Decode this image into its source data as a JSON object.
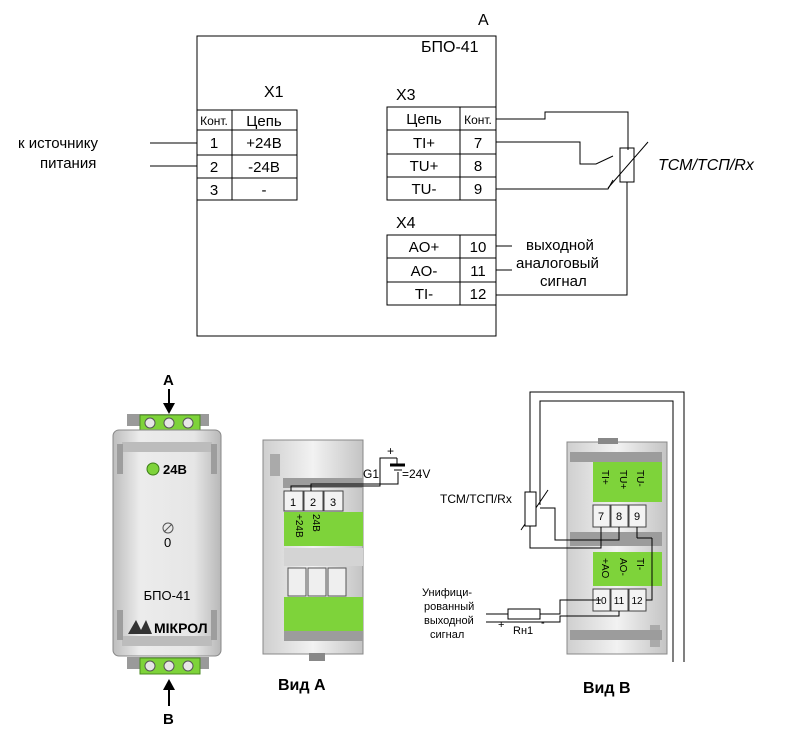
{
  "schematic": {
    "device_letter": "A",
    "device_name": "БПО-41",
    "x1": {
      "title": "X1",
      "head_contact": "Конт.",
      "head_circuit": "Цепь",
      "rows": [
        {
          "contact": "1",
          "circuit": "+24В"
        },
        {
          "contact": "2",
          "circuit": "-24В"
        },
        {
          "contact": "3",
          "circuit": "-"
        }
      ]
    },
    "x3": {
      "title": "X3",
      "head_circuit": "Цепь",
      "head_contact": "Конт.",
      "rows": [
        {
          "circuit": "TI+",
          "contact": "7"
        },
        {
          "circuit": "TU+",
          "contact": "8"
        },
        {
          "circuit": "TU-",
          "contact": "9"
        }
      ]
    },
    "x4": {
      "title": "X4",
      "rows": [
        {
          "circuit": "AO+",
          "contact": "10"
        },
        {
          "circuit": "AO-",
          "contact": "11"
        },
        {
          "circuit": "TI-",
          "contact": "12"
        }
      ]
    },
    "power_label_line1": "к источнику",
    "power_label_line2": "питания",
    "sensor_label": "ТСМ/ТСП/Rх",
    "output_label_line1": "выходной",
    "output_label_line2": "аналоговый",
    "output_label_line3": "сигнал"
  },
  "front_view": {
    "arrow_top": "A",
    "arrow_bottom": "B",
    "led_label": "24В",
    "adjust_value": "0",
    "model": "БПО-41",
    "brand": "МІКРОЛ"
  },
  "view_a": {
    "caption": "Вид А",
    "terminals": [
      "1",
      "2",
      "3"
    ],
    "pin_labels": [
      "+24В",
      "24В"
    ],
    "source_name": "G1",
    "source_voltage": "=24V",
    "plus": "+"
  },
  "view_b": {
    "caption": "Вид В",
    "sensor_label": "ТСМ/ТСП/Rх",
    "top_pin_labels": [
      "TI+",
      "TU+",
      "TU-"
    ],
    "top_terminals": [
      "7",
      "8",
      "9"
    ],
    "bottom_pin_labels": [
      "+AO",
      "AO-",
      "TI-"
    ],
    "bottom_terminals": [
      "10",
      "11",
      "12"
    ],
    "signal_label_lines": [
      "Унифици-",
      "рованный",
      "выходной",
      "сигнал"
    ],
    "load_name": "Rн1",
    "plus": "+",
    "minus": "-"
  },
  "colors": {
    "terminal_green": "#7ed33a",
    "led_green": "#7ed33a",
    "housing_gray": "#d9d9d9",
    "line": "#000000"
  }
}
